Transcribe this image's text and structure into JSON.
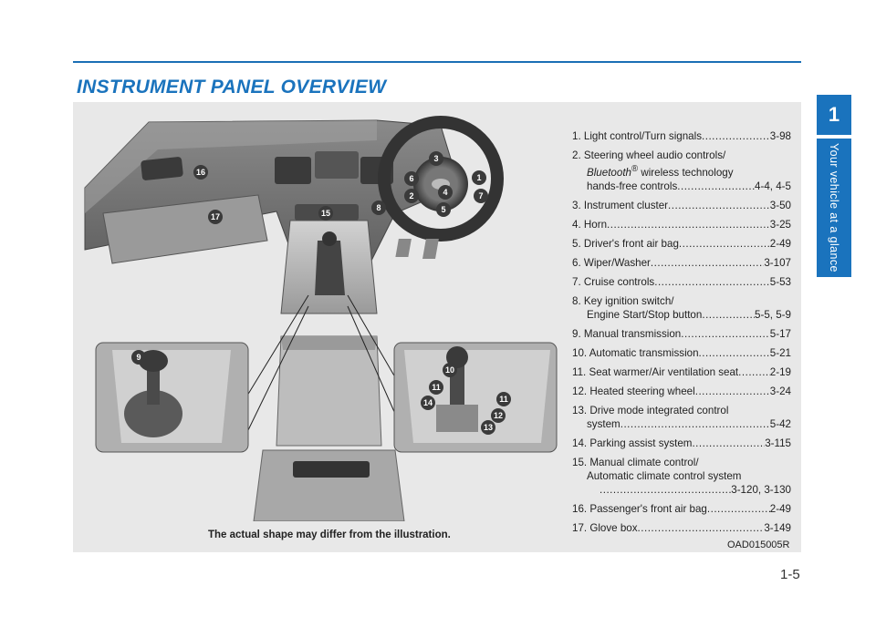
{
  "title": "INSTRUMENT PANEL OVERVIEW",
  "side_tab": {
    "chapter": "1",
    "label": "Your vehicle at a glance"
  },
  "caption": "The actual shape may differ from the illustration.",
  "code": "OAD015005R",
  "page_number": "1-5",
  "callouts": [
    "1",
    "2",
    "3",
    "4",
    "5",
    "6",
    "7",
    "8",
    "9",
    "10",
    "11",
    "11",
    "12",
    "13",
    "14",
    "15",
    "16",
    "17"
  ],
  "items": [
    {
      "label": "1. Light control/Turn signals ",
      "page": "3-98"
    },
    {
      "label": "2. Steering wheel audio controls/",
      "line2_italic": "Bluetooth",
      "line2_sup": "®",
      "line2_rest": " wireless technology",
      "line3": "hands-free controls ",
      "page": "4-4, 4-5"
    },
    {
      "label": "3. Instrument cluster ",
      "page": "3-50"
    },
    {
      "label": "4. Horn ",
      "page": "3-25"
    },
    {
      "label": "5. Driver's front air bag ",
      "page": "2-49"
    },
    {
      "label": "6. Wiper/Washer ",
      "page": "3-107"
    },
    {
      "label": "7. Cruise controls ",
      "page": "5-53"
    },
    {
      "label": "8. Key ignition switch/",
      "line2": "Engine Start/Stop button ",
      "page": "5-5, 5-9"
    },
    {
      "label": "9. Manual transmission",
      "page": "5-17"
    },
    {
      "label": "10. Automatic transmission  ",
      "page": "5-21"
    },
    {
      "label": "11. Seat warmer/Air ventilation seat",
      "page": "2-19"
    },
    {
      "label": "12. Heated steering wheel  ",
      "page": "3-24"
    },
    {
      "label": "13. Drive mode integrated control",
      "line2": "system ",
      "page": "5-42"
    },
    {
      "label": "14. Parking assist system",
      "page": "3-115"
    },
    {
      "label": "15. Manual climate control/",
      "line2": "Automatic climate control system",
      "line3": "",
      "page": "3-120, 3-130"
    },
    {
      "label": "16. Passenger's front air bag ",
      "page": "2-49"
    },
    {
      "label": "17. Glove box ",
      "page": "3-149"
    }
  ],
  "colors": {
    "accent": "#1a73bd",
    "panel": "#e8e8e8",
    "callout": "#3a3a3a"
  }
}
